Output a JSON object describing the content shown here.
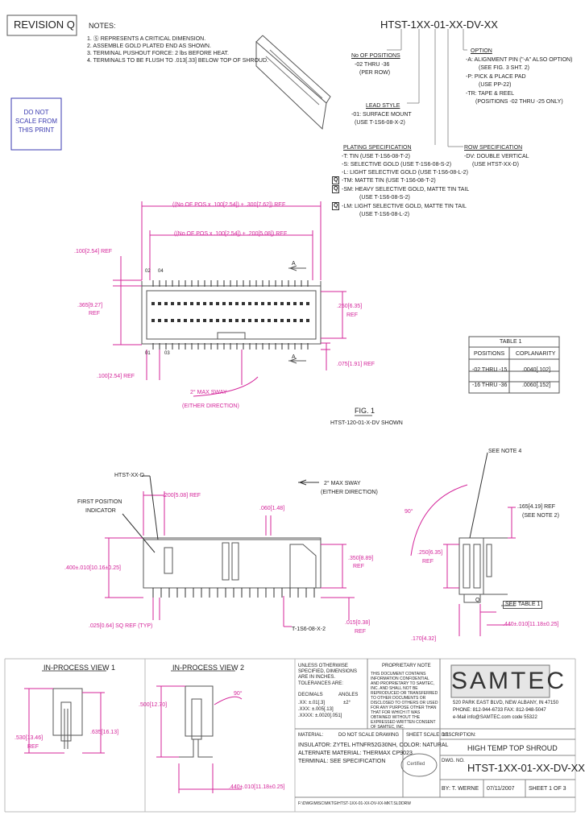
{
  "header": {
    "revision": "REVISION Q",
    "notes_title": "NOTES:",
    "notes": [
      "1. Ⓢ REPRESENTS A CRITICAL DIMENSION.",
      "2. ASSEMBLE GOLD PLATED END AS SHOWN.",
      "3. TERMINAL PUSHOUT FORCE: 2 lbs BEFORE HEAT.",
      "4. TERMINALS TO BE FLUSH TO .013[.33] BELOW TOP OF SHROUD."
    ],
    "do_not_scale": "DO NOT SCALE FROM THIS PRINT"
  },
  "part_code": {
    "code": "HTST-1XX-01-XX-DV-XX",
    "positions_label": "No OF POSITIONS",
    "positions_value": "-02 THRU -36",
    "positions_sub": "(PER ROW)",
    "lead_style_label": "LEAD STYLE",
    "lead_style_value": "-01: SURFACE MOUNT",
    "lead_style_sub": "(USE T-1S6-08-X-2)",
    "plating_label": "PLATING SPECIFICATION",
    "plating": [
      {
        "rev": "",
        "text": "-T: TIN (USE T-1S6-08-T-2)"
      },
      {
        "rev": "",
        "text": "-S: SELECTIVE GOLD (USE T-1S6-08-S-2)"
      },
      {
        "rev": "",
        "text": "-L: LIGHT SELECTIVE GOLD (USE T-1S6-08-L-2)"
      },
      {
        "rev": "Q",
        "text": "-TM: MATTE TIN (USE T-1S6-08-T-2)"
      },
      {
        "rev": "Q",
        "text": "-SM: HEAVY SELECTIVE GOLD, MATTE TIN TAIL"
      },
      {
        "rev": "",
        "text": "(USE T-1S6-08-S-2)"
      },
      {
        "rev": "Q",
        "text": "-LM: LIGHT SELECTIVE GOLD, MATTE TIN TAIL"
      },
      {
        "rev": "",
        "text": "(USE T-1S6-08-L-2)"
      }
    ],
    "option_label": "OPTION",
    "options": [
      "-A: ALIGNMENT PIN (\"-A\" ALSO OPTION)",
      "(SEE FIG. 3 SHT. 2)",
      "-P: PICK & PLACE PAD",
      "(USE PP-22)",
      "-TR: TAPE & REEL",
      "(POSITIONS -02 THRU -25 ONLY)"
    ],
    "row_spec_label": "ROW SPECIFICATION",
    "row_spec_value": "-DV: DOUBLE VERTICAL",
    "row_spec_sub": "(USE HTST-XX-D)"
  },
  "fig1": {
    "dim_top1": "((No OF POS x .100[2.54]) + .300[7.62]) REF",
    "dim_top2": "((No OF POS x .100[2.54]) + .200[5.08]) REF",
    "dim_left1": ".100[2.54] REF",
    "dim_left2": ".365[9.27]",
    "dim_left2_ref": "REF",
    "dim_right": ".250[6.35]",
    "dim_right_ref": "REF",
    "dim_bottom_right": ".075[1.91] REF",
    "dim_bottom_left": ".100[2.54] REF",
    "sway": "2° MAX SWAY",
    "sway_sub": "(EITHER DIRECTION)",
    "pin_top_left": "02",
    "pin_top_left2": "04",
    "pin_bot_left": "01",
    "pin_bot_left2": "03",
    "section_mark": "A",
    "title": "FIG. 1",
    "subtitle": "HTST-120-01-X-DV SHOWN"
  },
  "table1": {
    "title": "TABLE 1",
    "headers": [
      "POSITIONS",
      "COPLANARITY"
    ],
    "rows": [
      [
        "-02 THRU -15",
        ".0040[.102]"
      ],
      [
        "-16 THRU -36",
        ".0060[.152]"
      ]
    ]
  },
  "section_view": {
    "shroud_label": "HTST-XX-D",
    "first_pos": "FIRST POSITION",
    "first_pos2": "INDICATOR",
    "dim_200": ".200[5.08] REF",
    "dim_060": ".060[1.48]",
    "sway": "2° MAX SWAY",
    "sway_sub": "(EITHER DIRECTION)",
    "dim_400": ".400±.010[10.16±0.25]",
    "dim_350": ".350[8.89]",
    "dim_350_ref": "REF",
    "dim_025": ".025[0.64] SQ REF (TYP)",
    "term_label": "T-1S6-08-X-2",
    "dim_015": ".015[0.38]",
    "dim_015_ref": "REF",
    "see_note": "SEE NOTE 4",
    "angle": "90°",
    "dim_165": ".165[4.19] REF",
    "dim_165_sub": "(SEE NOTE 2)",
    "dim_250": ".250[6.35]",
    "dim_250_ref": "REF",
    "see_table": "SEE TABLE 1",
    "dim_170": ".170[4.32]",
    "dim_440": ".440±.010[11.18±0.25]",
    "marker": "Q"
  },
  "inprocess": {
    "v1_title": "IN-PROCESS VIEW 1",
    "v1_dim": ".530[13.46]",
    "v1_dim_ref": "REF",
    "v1_dim2": ".635[16.13]",
    "v2_title": "IN-PROCESS VIEW 2",
    "v2_dim": ".500[12.70]",
    "v2_angle": "90°",
    "v2_dim2": ".440±.010[11.18±0.25]"
  },
  "titleblock": {
    "tol_title": "UNLESS OTHERWISE SPECIFIED, DIMENSIONS ARE IN INCHES.",
    "tol_sub": "TOLERANCES ARE:",
    "decimals": "DECIMALS",
    "angles": "ANGLES",
    "tol1": ".XX: ±.01[.3]",
    "tol2": ".XXX: ±.005[.13]",
    "tol3": ".XXXX: ±.0020[.051]",
    "tol_ang": "±2°",
    "proprietary": "PROPRIETARY NOTE",
    "prop_text": "THIS DOCUMENT CONTAINS INFORMATION CONFIDENTIAL AND PROPRIETARY TO SAMTEC, INC. AND SHALL NOT BE REPRODUCED OR TRANSFERRED TO OTHER DOCUMENTS OR DISCLOSED TO OTHERS OR USED FOR ANY PURPOSE OTHER THAN THAT FOR WHICH IT WAS OBTAINED WITHOUT THE EXPRESSED WRITTEN CONSENT OF SAMTEC, INC.",
    "company": "SAMTEC",
    "address1": "520 PARK EAST BLVD, NEW ALBANY, IN 47150",
    "address2": "PHONE: 812-944-6733 FAX: 812-948-5047",
    "address3": "e-Mail info@SAMTEC.com  code 55322",
    "material_label": "MATERIAL:",
    "material1": "INSULATOR: ZYTEL HTNFR52G30NH, COLOR: NATURAL",
    "material2": "ALTERNATE MATERIAL: THERMAX CP9023",
    "material3": "TERMINAL: SEE SPECIFICATION",
    "dont_scale": "DO NOT SCALE DRAWING",
    "sheet_scale": "SHEET SCALE: 1:1",
    "desc_label": "DESCRIPTION:",
    "desc": "HIGH TEMP TOP SHROUD",
    "dwg_label": "DWG. NO.",
    "dwg": "HTST-1XX-01-XX-DV-XX",
    "by": "BY: T. WERNE",
    "date": "07/11/2007",
    "sheet": "SHEET 1 OF 3",
    "path": "F:\\DWG\\MISC\\MKTG\\HTST-1XX-01-XX-DV-XX-MKT.SLDDRW",
    "badge": "Certified"
  }
}
